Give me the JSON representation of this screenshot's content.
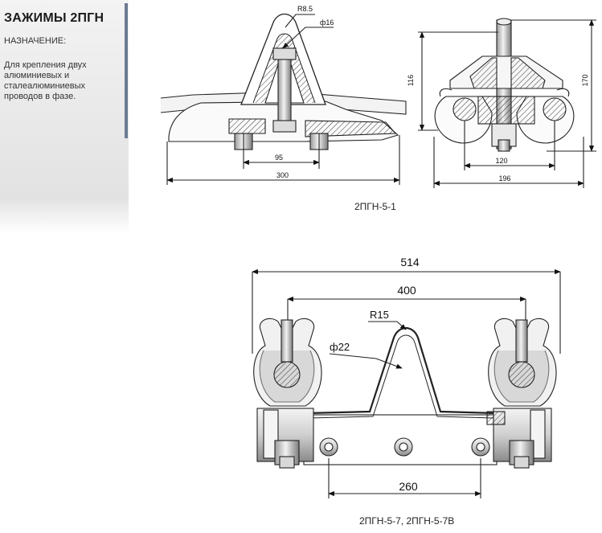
{
  "sidebar": {
    "title": "ЗАЖИМЫ 2ПГН",
    "label": "НАЗНАЧЕНИЕ:",
    "description": "Для крепления двух алюминиевых и сталеалюминиевых проводов в фазе."
  },
  "drawing_top": {
    "caption": "2ПГН-5-1",
    "dims": {
      "radius": "R8.5",
      "diameter": "ф16",
      "bolt_spacing": "95",
      "length": "300",
      "height_inner": "116",
      "height_total": "170",
      "wire_spacing": "120",
      "width": "196"
    }
  },
  "drawing_bottom": {
    "caption": "2ПГН-5-7, 2ПГН-5-7В",
    "dims": {
      "overall": "514",
      "inner": "400",
      "radius": "R15",
      "diameter": "ф22",
      "base": "260"
    }
  }
}
